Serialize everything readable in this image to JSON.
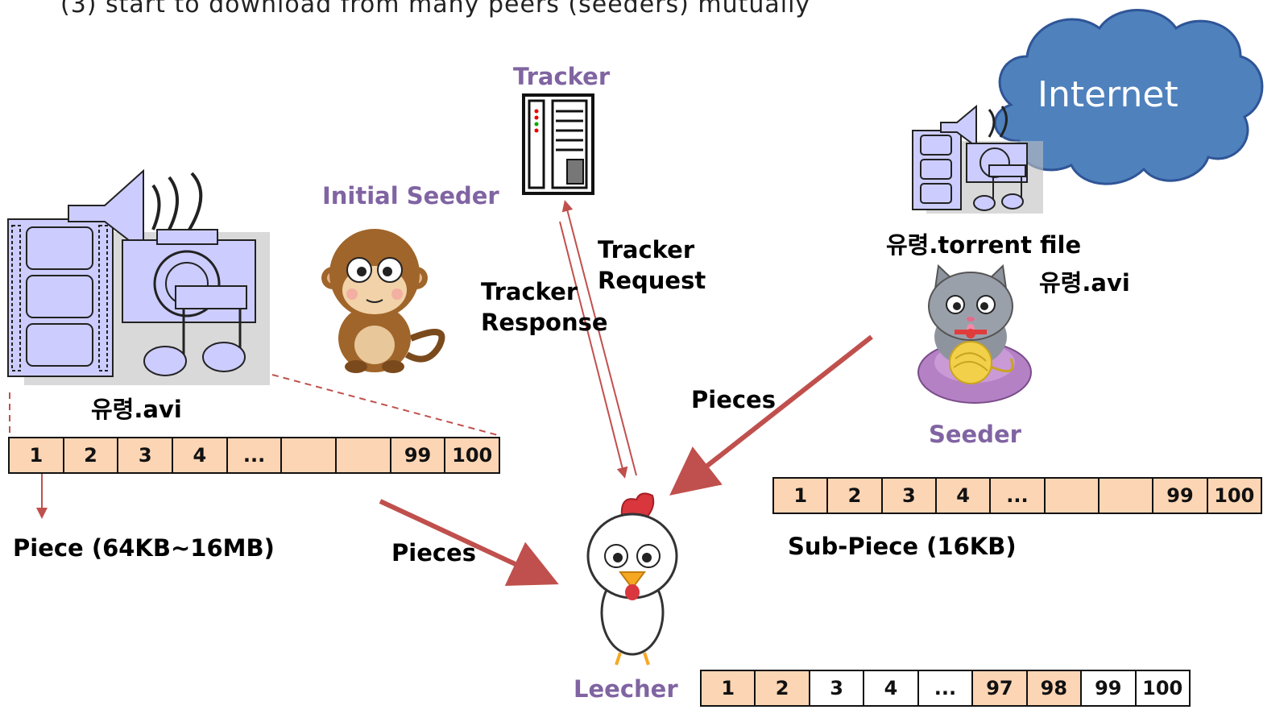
{
  "heading": "(3) start to download from many peers (seeders) mutually",
  "tracker": {
    "label": "Tracker"
  },
  "cloud": {
    "label": "Internet"
  },
  "initial_seeder": {
    "label": "Initial Seeder",
    "file_label": "유령.avi"
  },
  "seeder": {
    "label": "Seeder",
    "torrent_label": "유령.torrent file",
    "file_label": "유령.avi"
  },
  "leecher": {
    "label": "Leecher"
  },
  "arrows": {
    "tracker_response": "Tracker\nResponse",
    "tracker_request": "Tracker\nRequest",
    "pieces_left": "Pieces",
    "pieces_right": "Pieces"
  },
  "piece_note": "Piece (64KB~16MB)",
  "subpiece_note": "Sub-Piece (16KB)",
  "strips": {
    "source": [
      {
        "label": "1",
        "filled": true
      },
      {
        "label": "2",
        "filled": true
      },
      {
        "label": "3",
        "filled": true
      },
      {
        "label": "4",
        "filled": true
      },
      {
        "label": "...",
        "filled": true
      },
      {
        "label": "",
        "filled": true
      },
      {
        "label": "",
        "filled": true
      },
      {
        "label": "99",
        "filled": true
      },
      {
        "label": "100",
        "filled": true
      }
    ],
    "seeder": [
      {
        "label": "1",
        "filled": true
      },
      {
        "label": "2",
        "filled": true
      },
      {
        "label": "3",
        "filled": true
      },
      {
        "label": "4",
        "filled": true
      },
      {
        "label": "...",
        "filled": true
      },
      {
        "label": "",
        "filled": true
      },
      {
        "label": "",
        "filled": true
      },
      {
        "label": "99",
        "filled": true
      },
      {
        "label": "100",
        "filled": true
      }
    ],
    "leecher": [
      {
        "label": "1",
        "filled": true
      },
      {
        "label": "2",
        "filled": true
      },
      {
        "label": "3",
        "filled": false
      },
      {
        "label": "4",
        "filled": false
      },
      {
        "label": "...",
        "filled": false
      },
      {
        "label": "97",
        "filled": true
      },
      {
        "label": "98",
        "filled": true
      },
      {
        "label": "99",
        "filled": false
      },
      {
        "label": "100",
        "filled": false
      }
    ]
  },
  "colors": {
    "accent_purple": "#8064a2",
    "arrow_red": "#c0504d",
    "cell_fill": "#fcd5b4",
    "cloud_blue": "#4f81bd"
  }
}
